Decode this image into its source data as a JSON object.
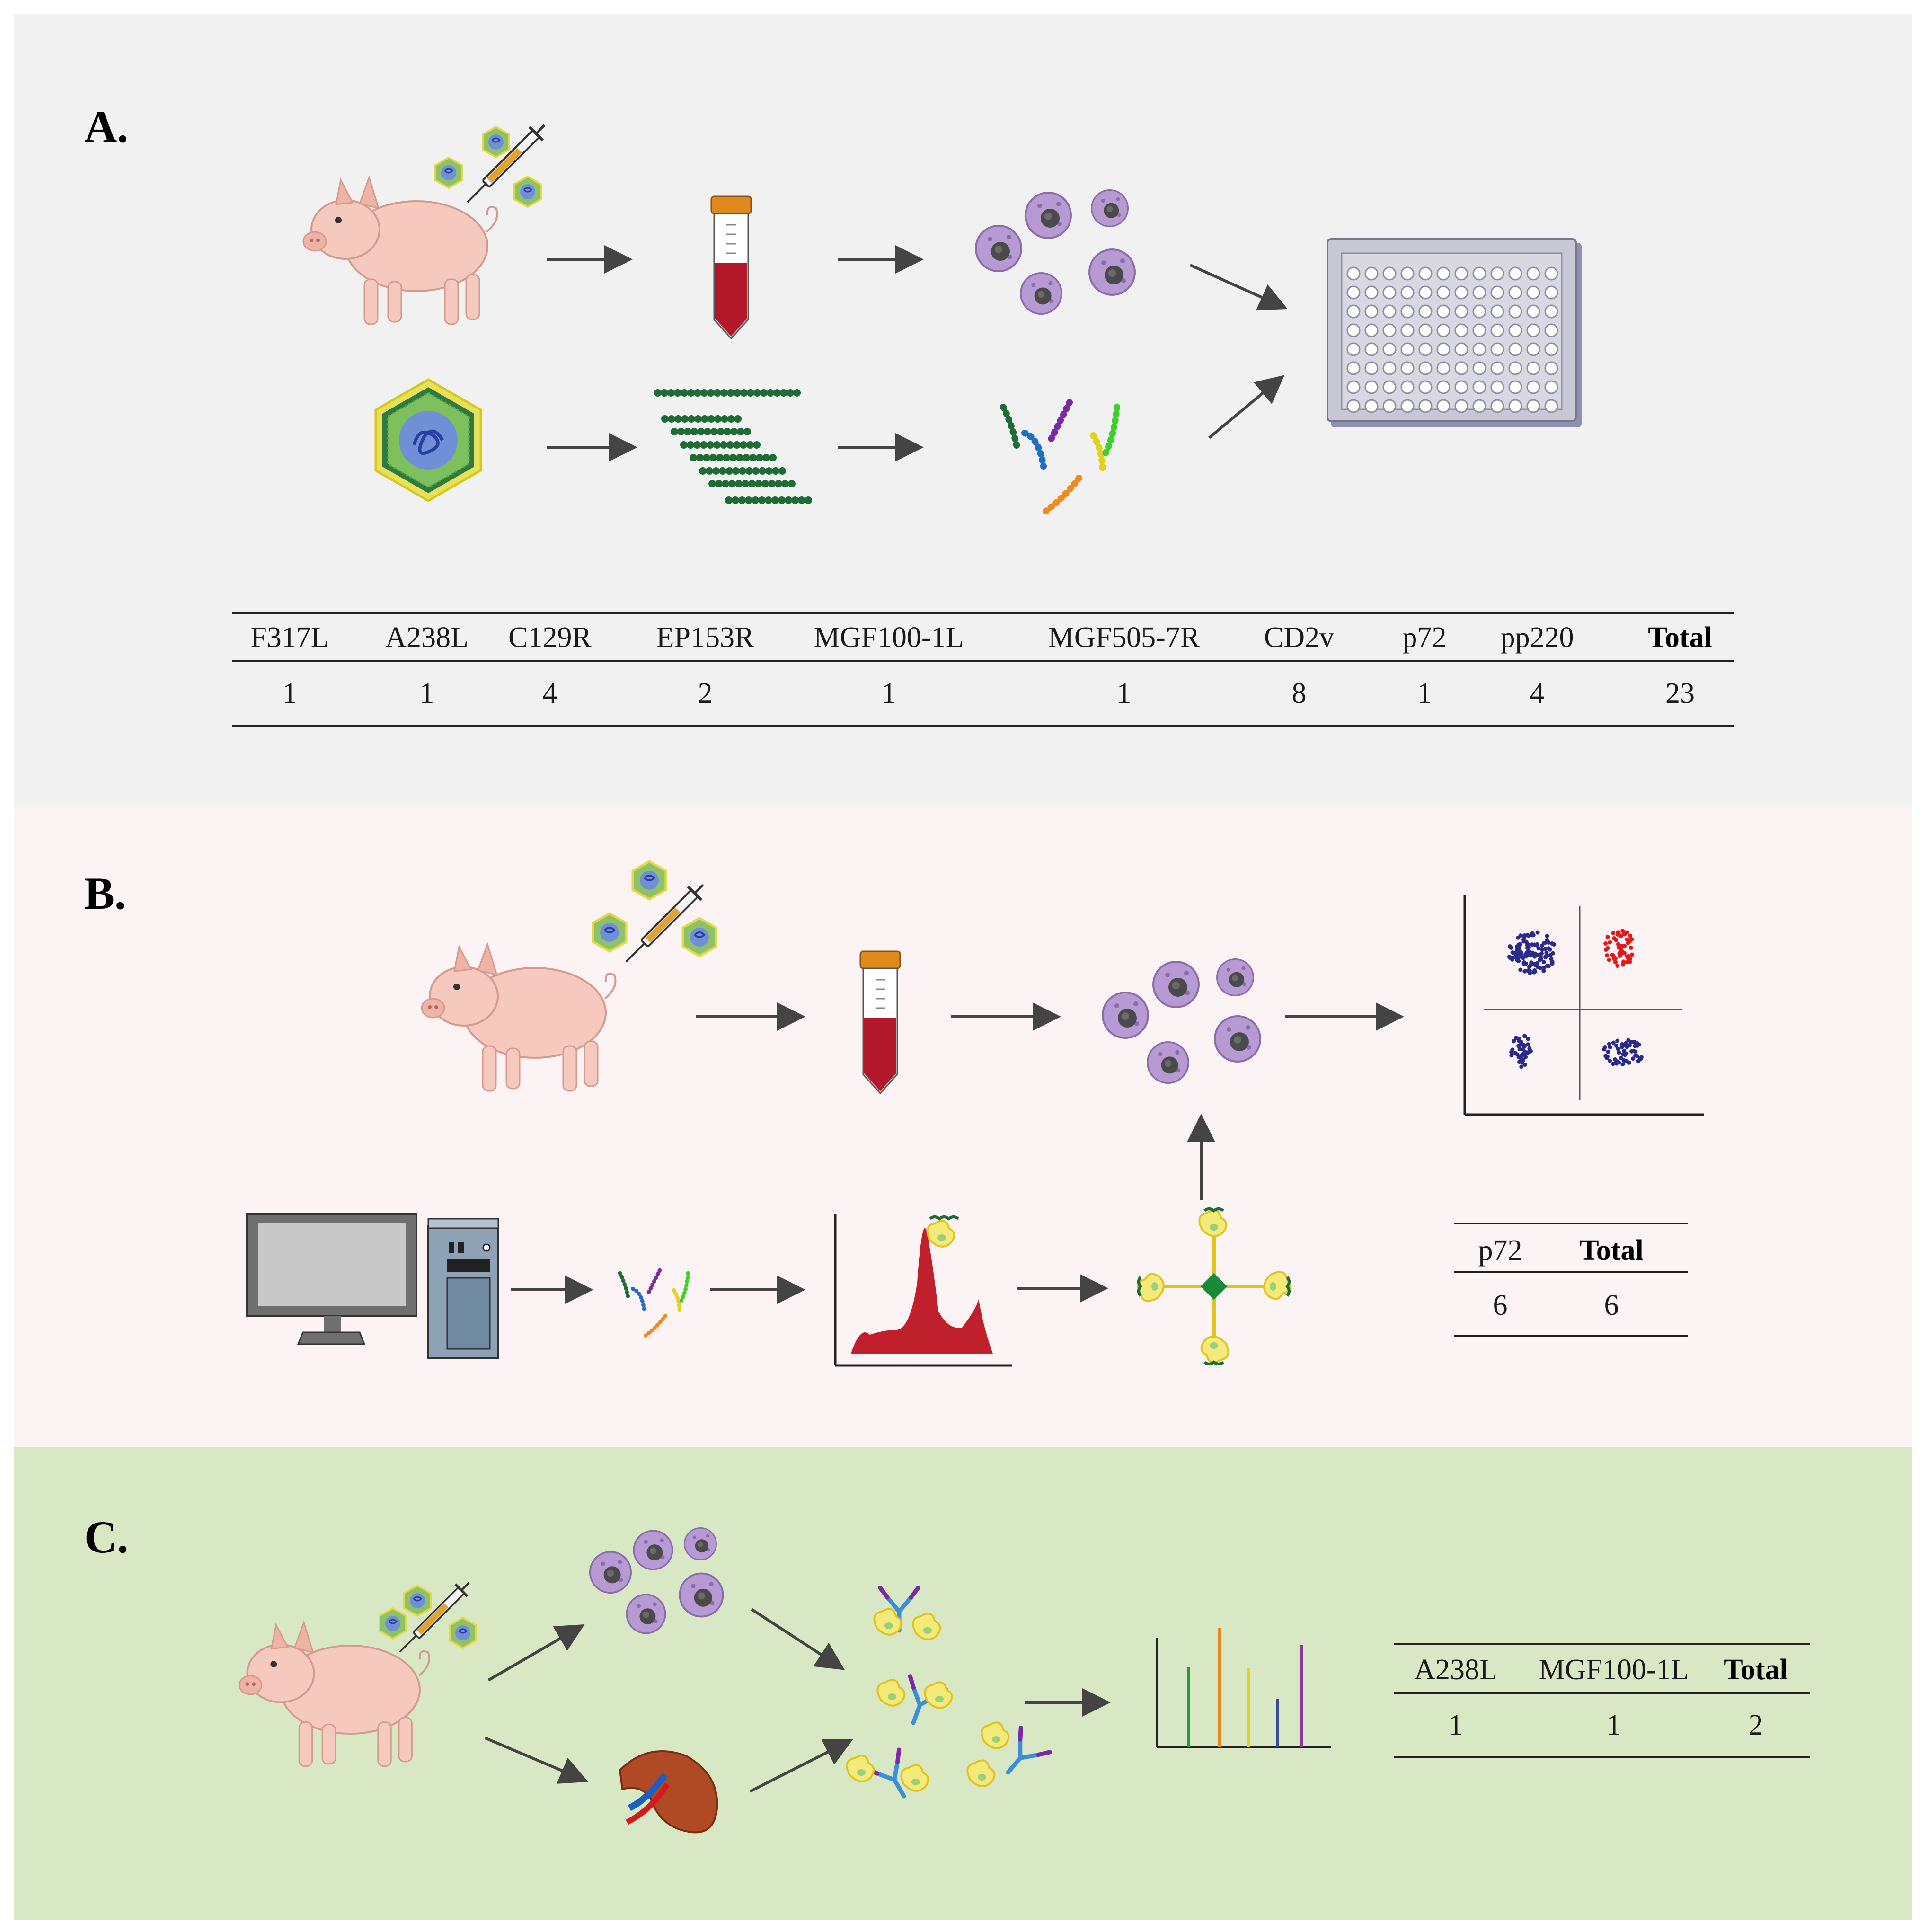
{
  "panels": {
    "a": {
      "label": "A.",
      "table": {
        "headers": [
          "F317L",
          "A238L",
          "C129R",
          "EP153R",
          "MGF100-1L",
          "MGF505-7R",
          "CD2v",
          "p72",
          "pp220",
          "Total"
        ],
        "values": [
          "1",
          "1",
          "4",
          "2",
          "1",
          "1",
          "8",
          "1",
          "4",
          "23"
        ]
      }
    },
    "b": {
      "label": "B.",
      "table": {
        "headers": [
          "p72",
          "Total"
        ],
        "values": [
          "6",
          "6"
        ]
      }
    },
    "c": {
      "label": "C.",
      "table": {
        "headers": [
          "A238L",
          "MGF100-1L",
          "Total"
        ],
        "values": [
          "1",
          "1",
          "2"
        ]
      }
    }
  },
  "colors": {
    "panel_a_bg": "#f1f1f1",
    "panel_b_bg": "#fcf3f5",
    "panel_c_bg": "#d8e8c4",
    "pig": "#f5c9bd",
    "macrophage": "#b79ad3",
    "blood": "#b3182a",
    "tube_cap": "#e08a1e",
    "plate": "#c8c8d4",
    "peptide_green": "#1f6b35"
  },
  "icons": [
    "pig-icon",
    "virus-icon",
    "syringe-icon",
    "blood-tube-icon",
    "macrophage-icon",
    "well-plate-icon",
    "peptide-icon",
    "computer-icon",
    "chromatogram-icon",
    "tetramer-icon",
    "flow-plot-icon",
    "spleen-icon",
    "antibody-icon",
    "spectrum-icon"
  ]
}
